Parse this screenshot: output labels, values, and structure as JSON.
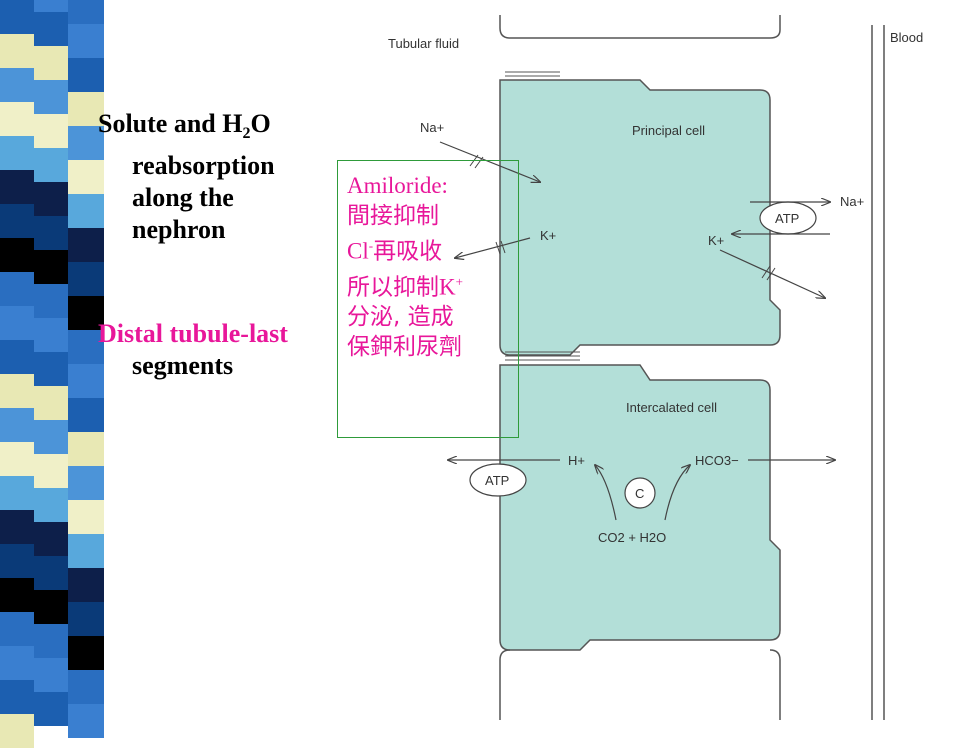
{
  "slide": {
    "title_lines": [
      "Solute and H",
      "2",
      "O",
      "reabsorption",
      "along the",
      "nephron"
    ],
    "subtitle_line1": "Distal tubule-last",
    "subtitle_line2": "segments"
  },
  "diagram": {
    "tubular_fluid": "Tubular fluid",
    "blood": "Blood",
    "principal_cell": "Principal cell",
    "intercalated_cell": "Intercalated cell",
    "na_left": "Na+",
    "k_left": "K+",
    "atp_top": "ATP",
    "na_right": "Na+",
    "k_right": "K+",
    "atp_bottom": "ATP",
    "h_plus": "H+",
    "hco3": "HCO3−",
    "c_enzyme": "C",
    "co2_h2o": "CO2 + H2O"
  },
  "note": {
    "line1": "Amiloride:",
    "line2": "間接抑制",
    "line3_a": "Cl",
    "line3_sup": "-",
    "line3_b": "再吸收",
    "line4_a": "所以抑制",
    "line4_b": "K",
    "line4_sup": "+",
    "line5": "分泌, 造成",
    "line6": "保鉀利尿劑"
  },
  "colors": {
    "cell_fill": "#b3dfd8",
    "note_text": "#e8179a",
    "note_border": "#2e9b3a"
  }
}
